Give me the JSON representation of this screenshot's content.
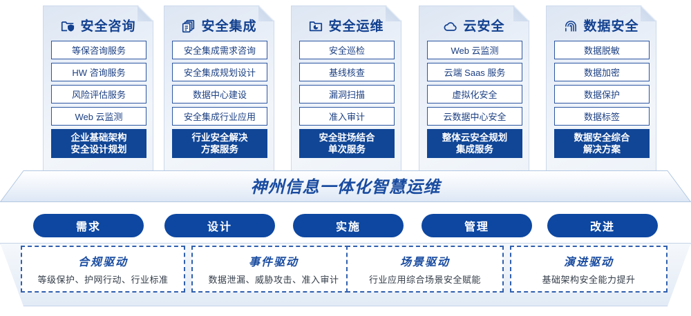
{
  "columns": [
    {
      "title": "安全咨询",
      "icon": "folder-shield-icon",
      "items": [
        "等保咨询服务",
        "HW 咨询服务",
        "风险评估服务",
        "Web 云监测"
      ],
      "highlight": [
        "企业基础架构",
        "安全设计规划"
      ]
    },
    {
      "title": "安全集成",
      "icon": "stacked-documents-icon",
      "items": [
        "安全集成需求咨询",
        "安全集成规划设计",
        "数据中心建设",
        "安全集成行业应用"
      ],
      "highlight": [
        "行业安全解决",
        "方案服务"
      ]
    },
    {
      "title": "安全运维",
      "icon": "folder-chart-icon",
      "items": [
        "安全巡检",
        "基线核查",
        "漏洞扫描",
        "准入审计"
      ],
      "highlight": [
        "安全驻场结合",
        "单次服务"
      ]
    },
    {
      "title": "云安全",
      "icon": "cloud-icon",
      "items": [
        "Web 云监测",
        "云端 Saas 服务",
        "虚拟化安全",
        "云数据中心安全"
      ],
      "highlight": [
        "整体云安全规划",
        "集成服务"
      ]
    },
    {
      "title": "数据安全",
      "icon": "fingerprint-icon",
      "items": [
        "数据脱敏",
        "数据加密",
        "数据保护",
        "数据标签"
      ],
      "highlight": [
        "数据安全综合",
        "解决方案"
      ]
    }
  ],
  "platform": {
    "title": "神州信息一体化智慧运维"
  },
  "pills": [
    "需求",
    "设计",
    "实施",
    "管理",
    "改进"
  ],
  "drivers": [
    {
      "title": "合规驱动",
      "subtitle": "等级保护、护网行动、行业标准"
    },
    {
      "title": "事件驱动",
      "subtitle": "数据泄漏、威胁攻击、准入审计"
    },
    {
      "title": "场景驱动",
      "subtitle": "行业应用综合场景安全赋能"
    },
    {
      "title": "演进驱动",
      "subtitle": "基础架构安全能力提升"
    }
  ],
  "colors": {
    "brand_blue": "#114696",
    "title_blue": "#12408f",
    "pill_blue": "#0d47a1",
    "card_border": "#2b55a0",
    "dashed_border": "#2f5fae"
  }
}
